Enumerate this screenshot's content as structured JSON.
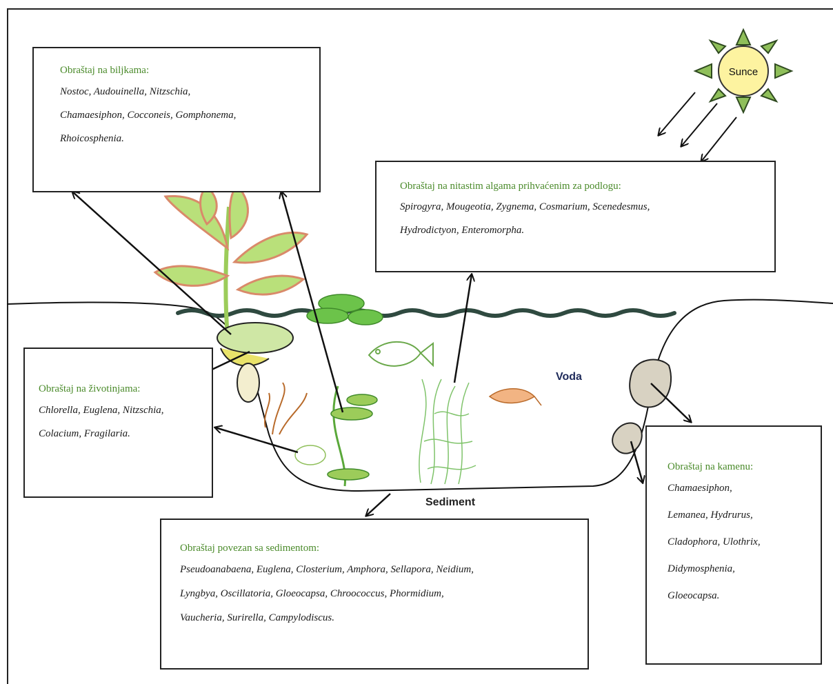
{
  "labels": {
    "sun": "Sunce",
    "water": "Voda",
    "sediment": "Sediment"
  },
  "boxes": {
    "plants": {
      "title": "Obraštaj na biljkama:",
      "lines": [
        "Nostoc, Audouinella, Nitzschia,",
        "Chamaesiphon, Cocconeis, Gomphonema,",
        "Rhoicosphenia."
      ]
    },
    "filament": {
      "title": "Obraštaj na nitastim algama prihvaćenim za podlogu:",
      "lines": [
        "Spirogyra, Mougeotia, Zygnema, Cosmarium, Scenedesmus,",
        "Hydrodictyon, Enteromorpha."
      ]
    },
    "animals": {
      "title": "Obraštaj na životinjama:",
      "lines": [
        "Chlorella, Euglena, Nitzschia,",
        "Colacium, Fragilaria."
      ]
    },
    "stone": {
      "title": "Obraštaj na kamenu:",
      "lines": [
        "Chamaesiphon,",
        "Lemanea, Hydrurus,",
        "Cladophora, Ulothrix,",
        "Didymosphenia,",
        "Gloeocapsa."
      ]
    },
    "sediment": {
      "title": "Obraštaj povezan sa sedimentom:",
      "lines": [
        "Pseudoanabaena, Euglena, Closterium, Amphora, Sellapora, Neidium,",
        "Lyngbya, Oscillatoria, Gloeocapsa, Chroococcus, Phormidium,",
        "Vaucheria, Surirella, Campylodiscus."
      ]
    }
  },
  "colors": {
    "title_green": "#4a8a2a",
    "water_line": "#2f4a40",
    "sun_fill": "#fdf3a0",
    "sun_rays": "#8fbf5a",
    "leaf_green": "#b9e07a",
    "leaf_edge": "#d98a6a"
  }
}
